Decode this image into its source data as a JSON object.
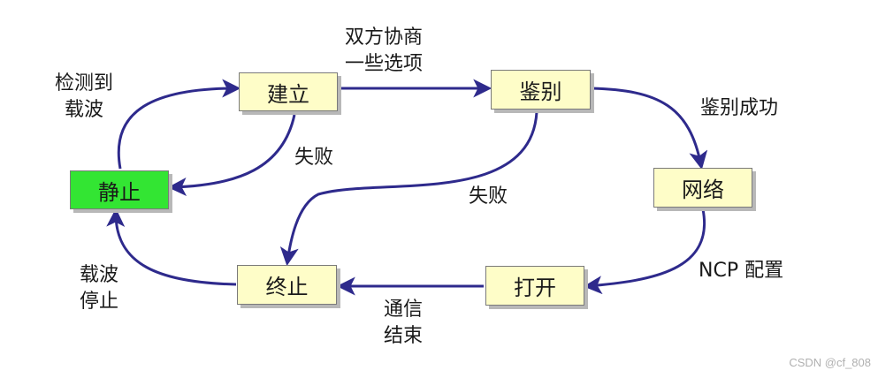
{
  "colors": {
    "arrow": "#2e2a8c",
    "node_fill": "#fefdc8",
    "start_node_fill": "#33e533"
  },
  "nodes": {
    "jianli": "建立",
    "jianbie": "鉴别",
    "jingzhi": "静止",
    "wangluo": "网络",
    "zhongzhi": "终止",
    "dakai": "打开"
  },
  "labels": {
    "detect_carrier": [
      "检测到",
      "载波"
    ],
    "negotiate": [
      "双方协商",
      "一些选项"
    ],
    "auth_success": "鉴别成功",
    "fail_establish": "失败",
    "fail_auth": "失败",
    "ncp_config": "NCP 配置",
    "carrier_stop": [
      "载波",
      "停止"
    ],
    "comm_end": [
      "通信",
      "结束"
    ]
  },
  "watermark": "CSDN @cf_808"
}
